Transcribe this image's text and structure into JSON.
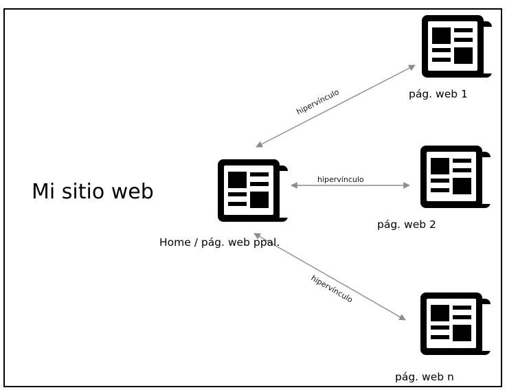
{
  "site": {
    "title": "Mi sitio web"
  },
  "pages": [
    {
      "label": "Home / pág. web ppal.",
      "icon": "newspaper-icon"
    },
    {
      "label": "pág. web 1",
      "icon": "newspaper-icon"
    },
    {
      "label": "pág. web 2",
      "icon": "newspaper-icon"
    },
    {
      "label": "pág. web n",
      "icon": "newspaper-icon"
    }
  ],
  "links": [
    {
      "label": "hipervínculo"
    },
    {
      "label": "hipervínculo"
    },
    {
      "label": "hipervínculo"
    }
  ],
  "colors": {
    "arrow": "#8c8c8c",
    "icon": "#000000",
    "border": "#000000"
  }
}
